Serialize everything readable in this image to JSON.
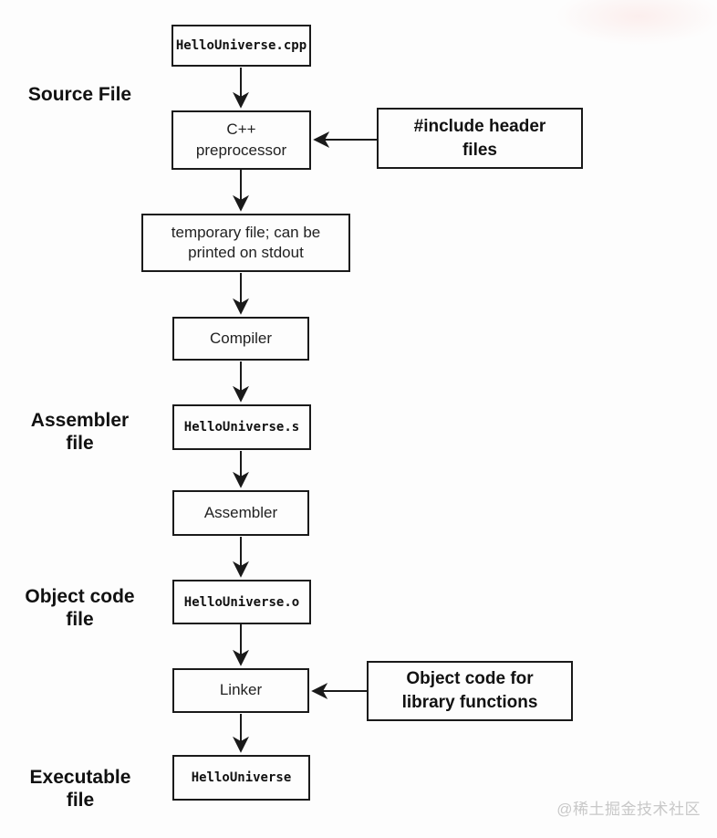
{
  "diagram": {
    "title_meaning": "C++ compilation process flowchart",
    "colors": {
      "background": "#fdfdfd",
      "line": "#1a1a1a",
      "text": "#111111",
      "watermark": "#c8c8c8"
    },
    "side_labels": {
      "source": "Source File",
      "assembler": "Assembler\nfile",
      "object_code": "Object code\nfile",
      "executable": "Executable\nfile"
    },
    "nodes": {
      "source_cpp": "HelloUniverse.cpp",
      "preprocessor": "C++\npreprocessor",
      "include_headers": "#include header\nfiles",
      "temp_file": "temporary file; can be\nprinted on stdout",
      "compiler": "Compiler",
      "assembly_file": "HelloUniverse.s",
      "assembler": "Assembler",
      "object_file": "HelloUniverse.o",
      "linker": "Linker",
      "library_objects": "Object code for\nlibrary functions",
      "executable": "HelloUniverse"
    },
    "watermark": "@稀土掘金技术社区"
  }
}
